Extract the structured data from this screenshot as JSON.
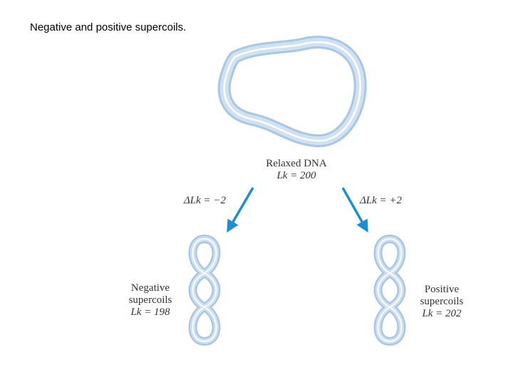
{
  "title": "Negative and positive supercoils.",
  "relaxed": {
    "name": "Relaxed DNA",
    "lk": "Lk = 200"
  },
  "left_arrow": {
    "delta": "ΔLk = −2"
  },
  "right_arrow": {
    "delta": "ΔLk = +2"
  },
  "negative": {
    "line1": "Negative",
    "line2": "supercoils",
    "lk": "Lk = 198"
  },
  "positive": {
    "line1": "Positive",
    "line2": "supercoils",
    "lk": "Lk = 202"
  },
  "colors": {
    "dna_outer": "#a9c7e2",
    "dna_fill": "#cfe1f2",
    "dna_highlight": "#ffffff",
    "arrow": "#1b8fd2",
    "label": "#333333"
  }
}
